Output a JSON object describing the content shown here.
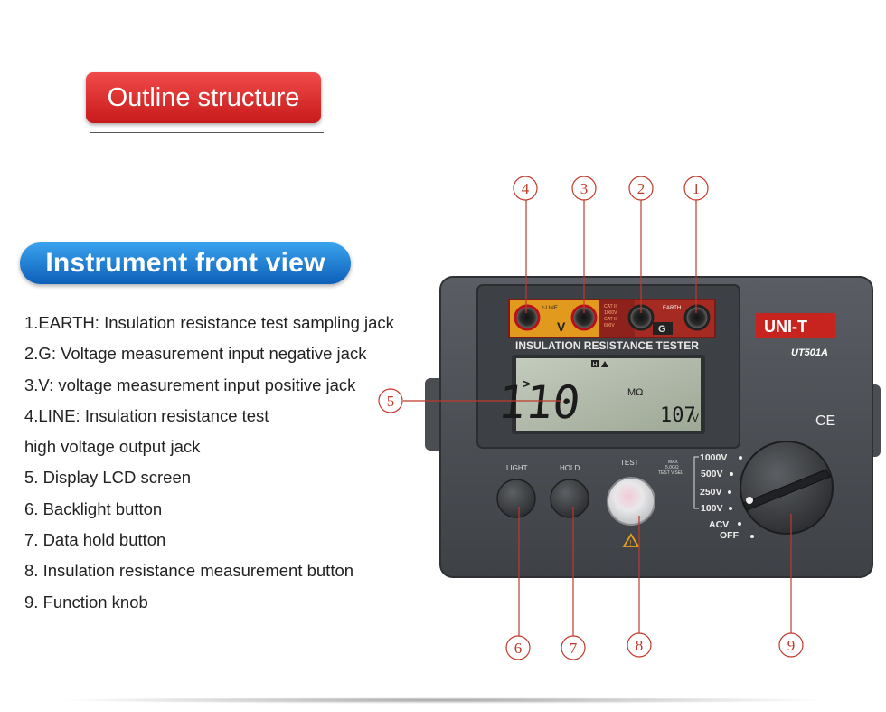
{
  "header": {
    "outline_title": "Outline structure"
  },
  "section": {
    "title": "Instrument front view"
  },
  "legend": [
    "1.EARTH: Insulation resistance test sampling jack",
    "2.G: Voltage measurement input negative jack",
    "3.V: voltage measurement input positive jack",
    "4.LINE: Insulation resistance test",
    "high voltage output jack",
    "5. Display LCD screen",
    "6. Backlight button",
    "7. Data hold button",
    "8. Insulation resistance measurement button",
    "9. Function knob"
  ],
  "callouts": [
    "1",
    "2",
    "3",
    "4",
    "5",
    "6",
    "7",
    "8",
    "9"
  ],
  "device": {
    "brand": "UNI-T",
    "model": "UT501A",
    "panel_title": "INSULATION RESISTANCE TESTER",
    "line_label": "⚠LINE",
    "v_label": "V",
    "g_label": "G",
    "earth_label": "EARTH",
    "cat_text": [
      "CAT II",
      "1000V",
      "CAT III",
      "600V"
    ],
    "lcd": {
      "arrow": ">",
      "hold_flag": "H",
      "main": "110",
      "unit": "MΩ",
      "secondary": "107",
      "secondary_unit": "V"
    },
    "ce": "CE",
    "buttons": {
      "light": "LIGHT",
      "hold": "HOLD",
      "test": "TEST"
    },
    "max_text": [
      "MAX",
      "5.0GΩ",
      "TEST V.SEL"
    ],
    "knob_positions": [
      "1000V",
      "500V",
      "250V",
      "100V",
      "ACV",
      "OFF"
    ]
  },
  "colors": {
    "red_pill": "#d92525",
    "blue_pill": "#1a78d4",
    "callout": "#c0392b",
    "body": "#4b4f55",
    "lcd": "#aeb7a6"
  }
}
